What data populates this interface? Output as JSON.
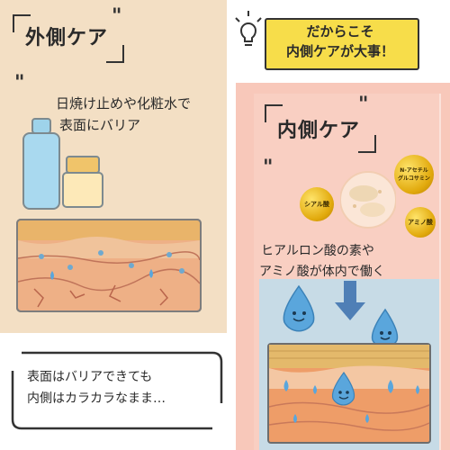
{
  "left": {
    "title": "外側ケア",
    "desc_line1": "日焼け止めや化粧水で",
    "desc_line2": "表面にバリア"
  },
  "callout": {
    "line1": "だからこそ",
    "line2": "内側ケアが大事！"
  },
  "right": {
    "title": "内側ケア",
    "desc_line1": "ヒアルロン酸の素や",
    "desc_line2": "アミノ酸が体内で働く",
    "badges": {
      "hyaluronic": "シアル酸",
      "nacetyl_1": "N-アセチル",
      "nacetyl_2": "グルコサミン",
      "amino": "アミノ酸"
    }
  },
  "bottom": {
    "line1": "表面はバリアできても",
    "line2": "内側はカラカラなまま…"
  },
  "icons": [
    "bottle-icon",
    "cream-jar-icon",
    "lightbulb-icon",
    "arrow-down-icon",
    "water-drop-icon",
    "smiling-drop-icon",
    "skin-layer-icon",
    "collagen-powder-icon"
  ],
  "colors": {
    "left_bg": "#f3dfc4",
    "right_bg": "#f8c8ba",
    "callout": "#f7dd4a",
    "skin_top": "#e8b66a",
    "skin_bottom": "#ed9a62",
    "drop": "#56a8e6"
  }
}
